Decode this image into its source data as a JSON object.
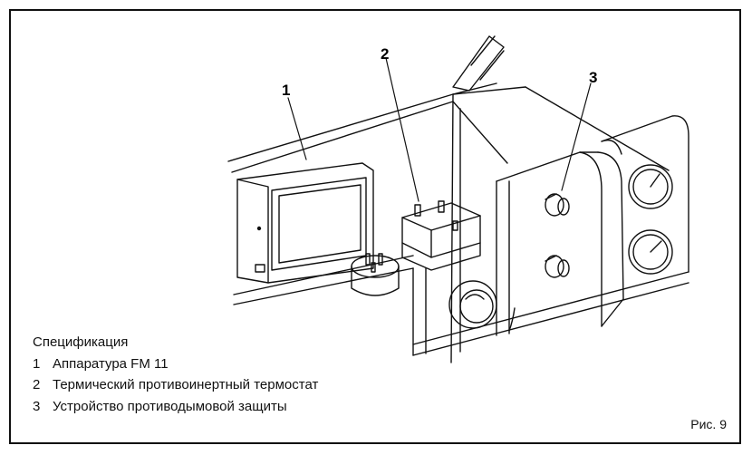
{
  "callouts": {
    "one": "1",
    "two": "2",
    "three": "3"
  },
  "legend": {
    "title": "Спецификация",
    "items": [
      {
        "num": "1",
        "text": "Аппаратура  FM 11"
      },
      {
        "num": "2",
        "text": "Термический противоинертный термостат"
      },
      {
        "num": "3",
        "text": "Устройство противодымовой защиты"
      }
    ]
  },
  "figure_label": "Рис. 9"
}
